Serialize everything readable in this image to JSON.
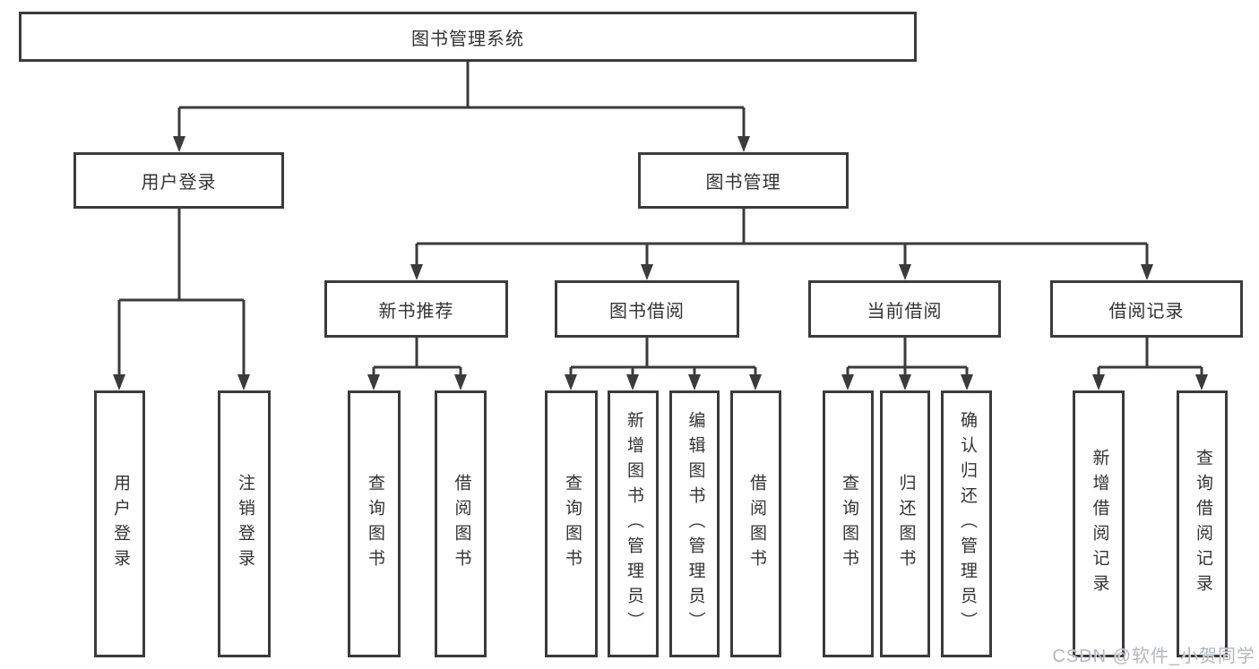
{
  "diagram": {
    "root": {
      "label": "图书管理系统"
    },
    "branches": [
      {
        "label": "用户登录",
        "leaves": [
          "用户登录",
          "注销登录"
        ],
        "children": []
      },
      {
        "label": "图书管理",
        "children": [
          {
            "label": "新书推荐",
            "leaves": [
              "查询图书",
              "借阅图书"
            ]
          },
          {
            "label": "图书借阅",
            "leaves": [
              "查询图书",
              "新增图书（管理员）",
              "编辑图书（管理员）",
              "借阅图书"
            ]
          },
          {
            "label": "当前借阅",
            "leaves": [
              "查询图书",
              "归还图书",
              "确认归还（管理员）"
            ]
          },
          {
            "label": "借阅记录",
            "leaves": [
              "新增借阅记录",
              "查询借阅记录"
            ]
          }
        ]
      }
    ]
  },
  "colors": {
    "line": "#3b3b3b",
    "text": "#333333",
    "watermark": "#b4b7bc"
  },
  "watermark": {
    "text": "CSDN @软件_小贺同学"
  }
}
